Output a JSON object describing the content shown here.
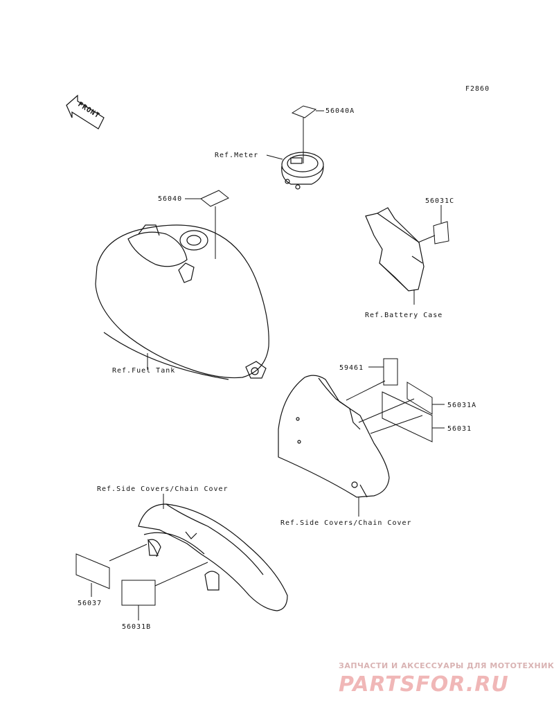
{
  "figure_code": "F2860",
  "front_label": "FRONT",
  "parts": {
    "p56040A": "56040A",
    "p56040": "56040",
    "p56031C": "56031C",
    "p59461": "59461",
    "p56031A": "56031A",
    "p56031": "56031",
    "p56037": "56037",
    "p56031B": "56031B"
  },
  "refs": {
    "meter": "Ref.Meter",
    "battery_case": "Ref.Battery Case",
    "fuel_tank": "Ref.Fuel Tank",
    "side_covers_top": "Ref.Side Covers/Chain Cover",
    "side_covers_right": "Ref.Side Covers/Chain Cover"
  },
  "watermark": {
    "tagline": "ЗАПЧАСТИ И АКСЕССУАРЫ ДЛЯ МОТОТЕХНИКИ",
    "brand": "PARTSFOR.RU"
  }
}
